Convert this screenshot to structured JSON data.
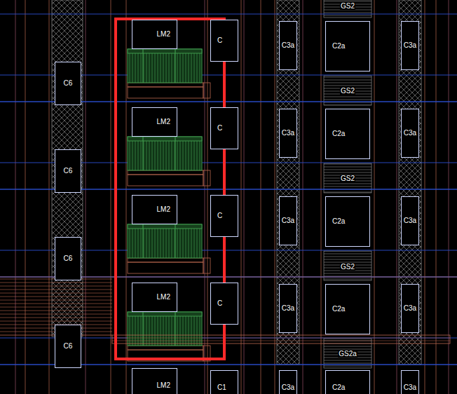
{
  "diagram": {
    "nodes": [
      {
        "text": [
          "LM2"
        ]
      },
      {
        "text": [
          "C"
        ]
      },
      {
        "text": [
          "C3a"
        ]
      },
      {
        "text": [
          "C2a"
        ]
      },
      {
        "text": [
          "C3a"
        ]
      },
      {
        "text": [
          "C6"
        ]
      },
      {
        "text": [
          "LM2"
        ]
      },
      {
        "text": [
          "C"
        ]
      },
      {
        "text": [
          "C3a"
        ]
      },
      {
        "text": [
          "C2a"
        ]
      },
      {
        "text": [
          "C3a"
        ]
      },
      {
        "text": [
          "C6"
        ]
      },
      {
        "text": [
          "LM2"
        ]
      },
      {
        "text": [
          "C"
        ]
      },
      {
        "text": [
          "C3a"
        ]
      },
      {
        "text": [
          "C2a"
        ]
      },
      {
        "text": [
          "C3a"
        ]
      },
      {
        "text": [
          "C6"
        ]
      },
      {
        "text": [
          "LM2"
        ]
      },
      {
        "text": [
          "C"
        ]
      },
      {
        "text": [
          "C3a"
        ]
      },
      {
        "text": [
          "C2a"
        ]
      },
      {
        "text": [
          "C3a"
        ]
      },
      {
        "text": [
          "C6"
        ]
      },
      {
        "text": [
          "LM2"
        ]
      },
      {
        "text": [
          "C1"
        ]
      },
      {
        "text": [
          "C3a"
        ]
      },
      {
        "text": [
          "C2a"
        ]
      },
      {
        "text": [
          "C3a"
        ]
      }
    ],
    "labels": [
      "GS2",
      "GS2",
      "GS2",
      "GS2",
      "GS2a"
    ]
  }
}
